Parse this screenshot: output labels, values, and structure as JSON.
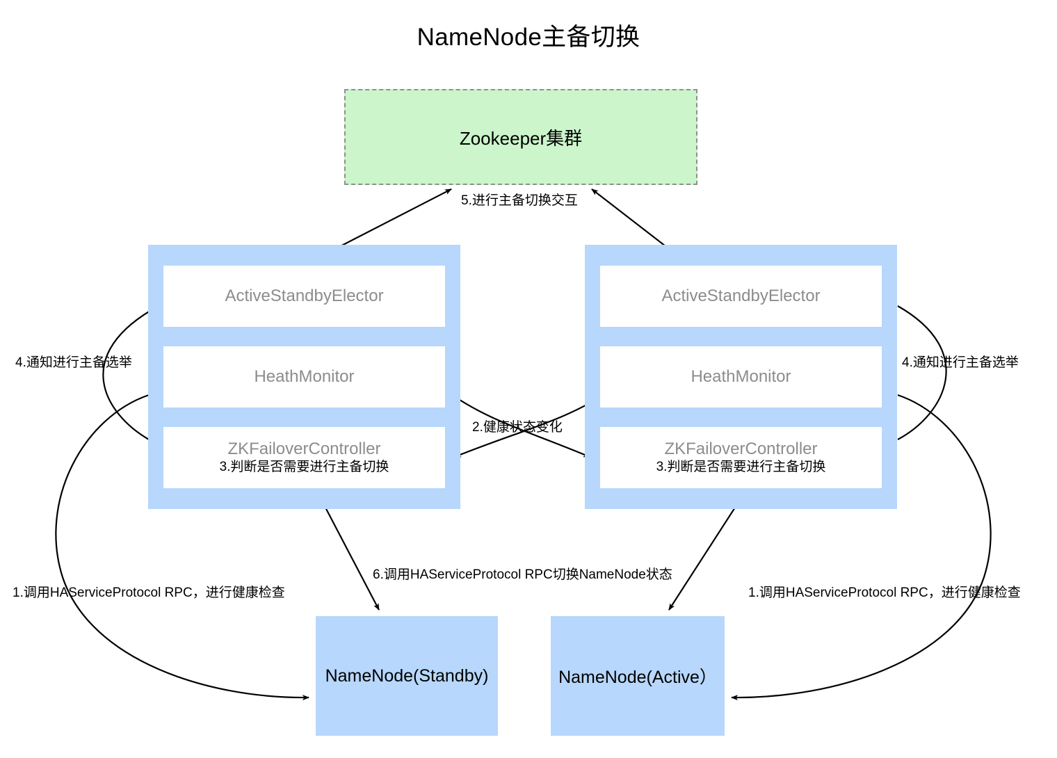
{
  "diagram": {
    "title": "NameNode主备切换",
    "zookeeper": {
      "label": "Zookeeper集群"
    },
    "left_group": {
      "elector": "ActiveStandbyElector",
      "monitor": "HeathMonitor",
      "failover": "ZKFailoverController",
      "failover_note": "3.判断是否需要进行主备切换"
    },
    "right_group": {
      "elector": "ActiveStandbyElector",
      "monitor": "HeathMonitor",
      "failover": "ZKFailoverController",
      "failover_note": "3.判断是否需要进行主备切换"
    },
    "namenode_standby": "NameNode(Standby)",
    "namenode_active": "NameNode(Active）",
    "edge_labels": {
      "step5": "5.进行主备切换交互",
      "step4_left": "4.通知进行主备选举",
      "step4_right": "4.通知进行主备选举",
      "step2": "2.健康状态变化",
      "step1_left": "1.调用HAServiceProtocol RPC，进行健康检查",
      "step1_right": "1.调用HAServiceProtocol RPC，进行健康检查",
      "step6": "6.调用HAServiceProtocol RPC切换NameNode状态"
    },
    "colors": {
      "group_fill": "#b7d7fc",
      "zookeeper_fill": "#ccf5cb",
      "zookeeper_border": "#8f8f8f",
      "subbox_fill": "#ffffff",
      "subbox_text": "#8c8c8c",
      "text": "#000000",
      "edge": "#000000"
    }
  }
}
